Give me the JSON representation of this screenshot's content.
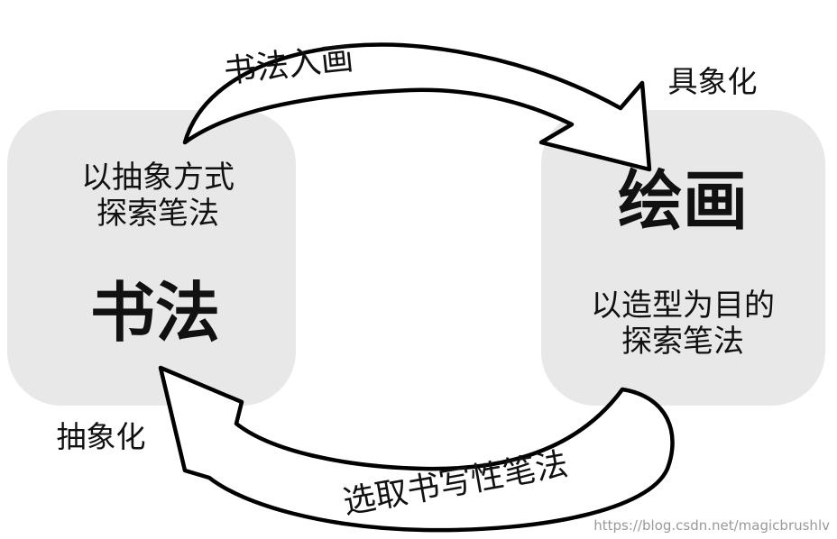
{
  "left_box": {
    "title": "书法",
    "description_lines": [
      "以抽象方式",
      "探索笔法"
    ],
    "corner_label": "抽象化"
  },
  "right_box": {
    "title": "绘画",
    "description_lines": [
      "以造型为目的",
      "探索笔法"
    ],
    "corner_label": "具象化"
  },
  "top_arrow": {
    "label": "书法入画"
  },
  "bottom_arrow": {
    "label": "选取书写性笔法"
  },
  "watermark": "https://blog.csdn.net/magicbrushlv",
  "colors": {
    "box_fill": "#e8e8e8",
    "arrow_fill": "#ffffff",
    "arrow_stroke": "#000000",
    "text": "#111111"
  }
}
